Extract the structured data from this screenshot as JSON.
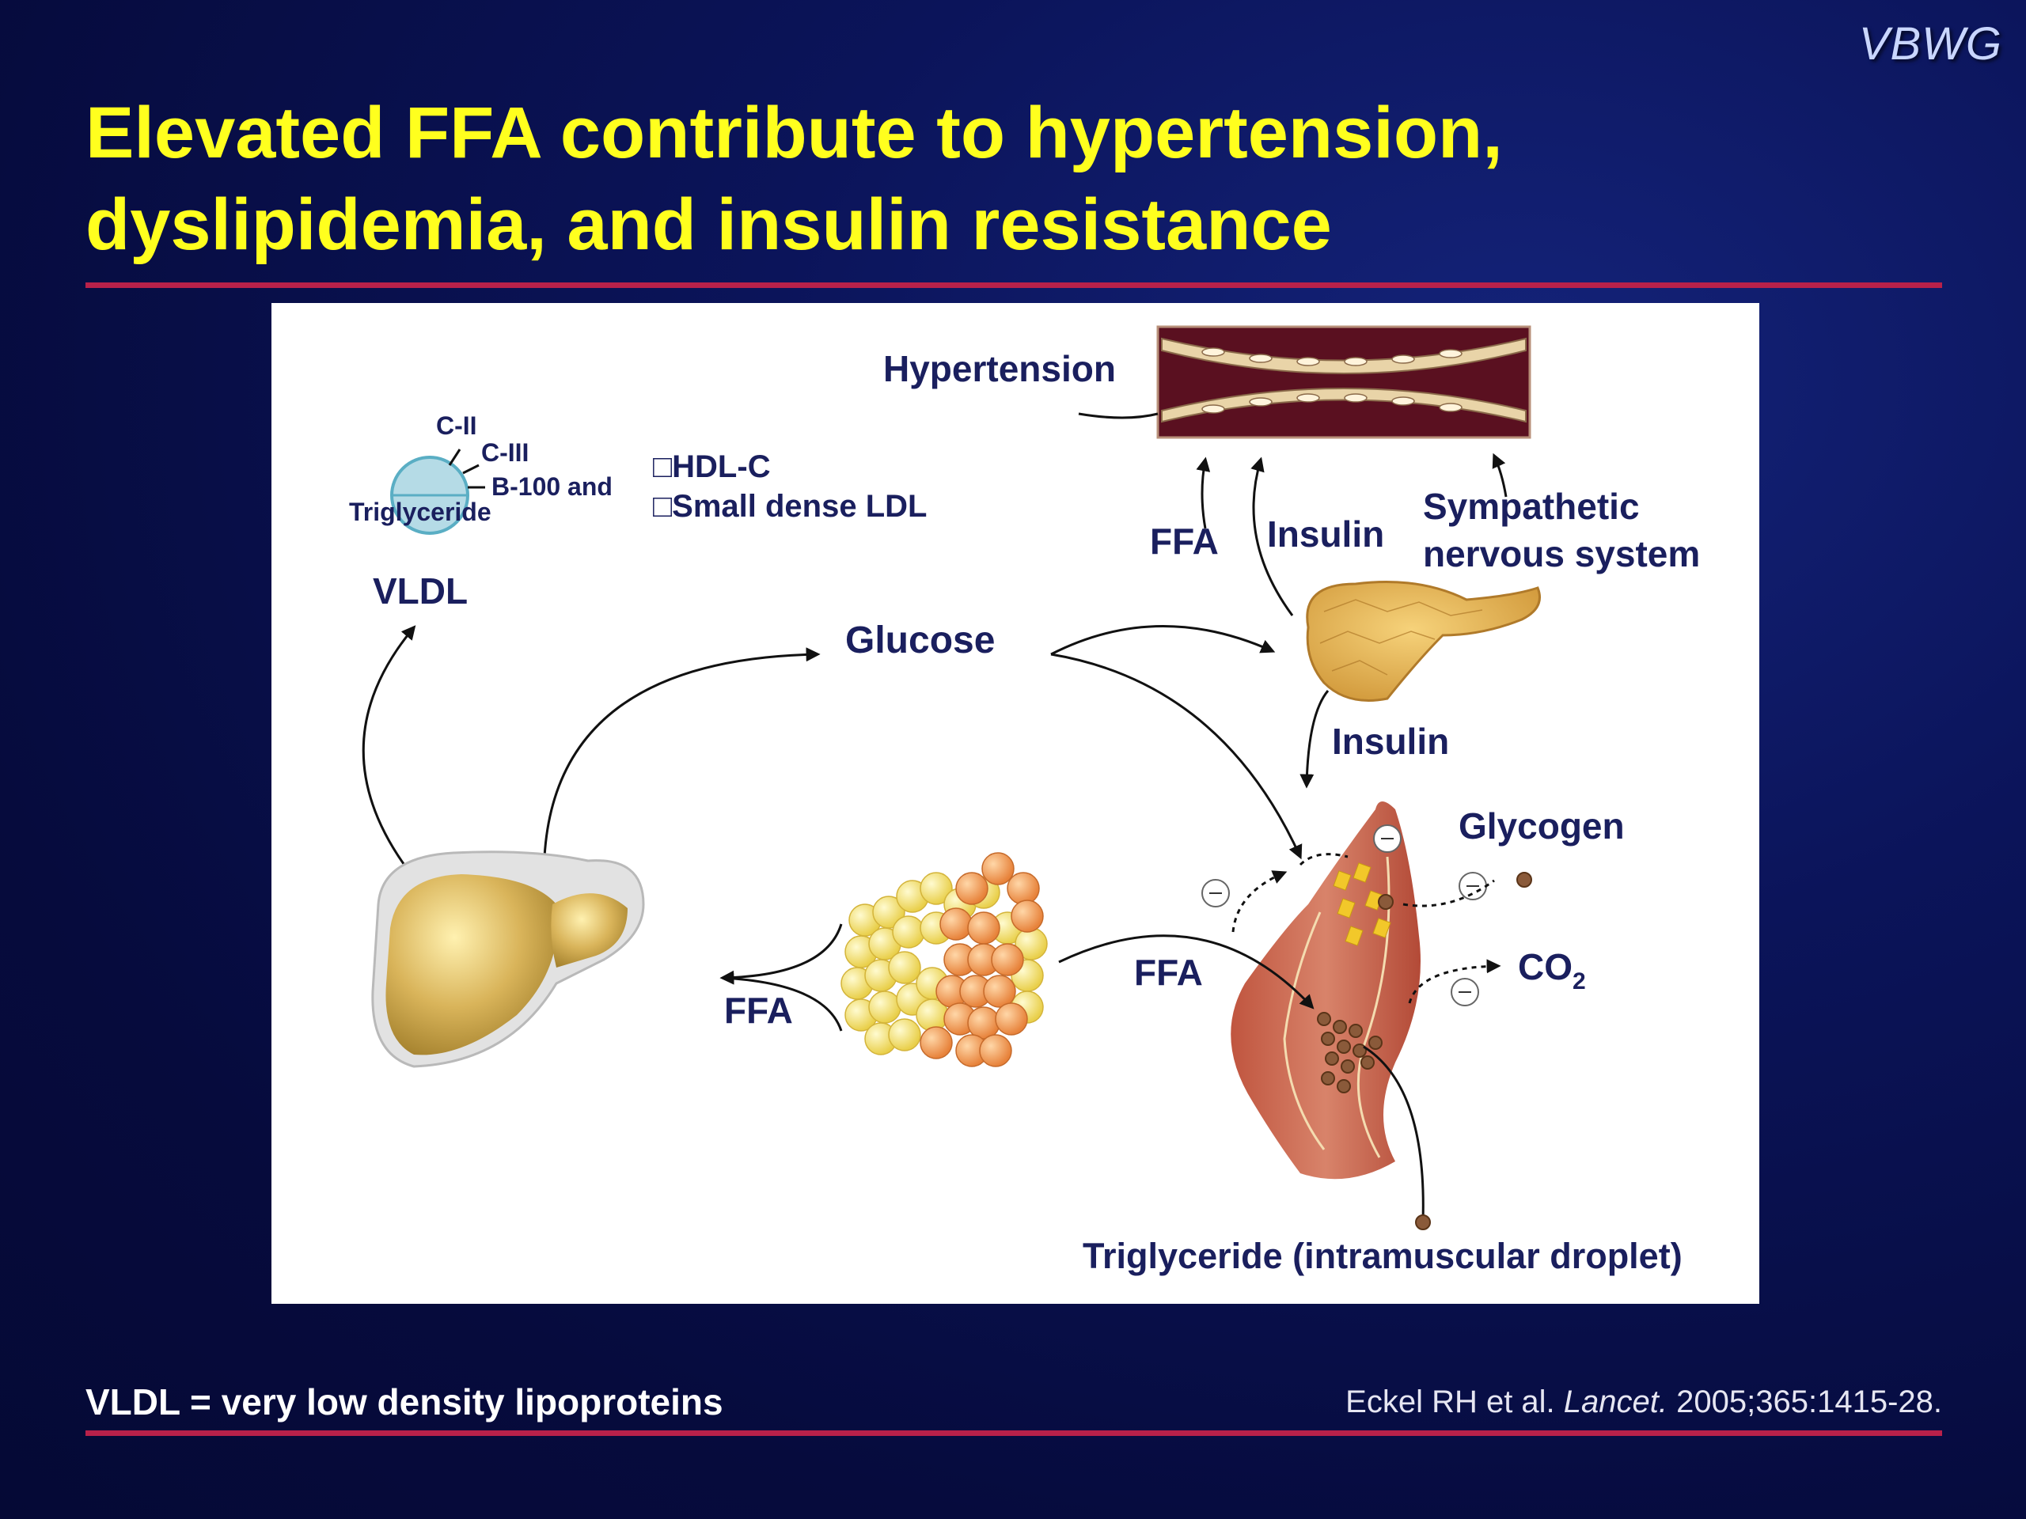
{
  "brand": "VBWG",
  "title": "Elevated FFA contribute to hypertension, dyslipidemia, and insulin resistance",
  "footnote": "VLDL = very low density lipoproteins",
  "citation": {
    "authors": "Eckel RH et al.",
    "journal": "Lancet.",
    "ref": "2005;365:1415-28."
  },
  "diagram": {
    "hypertension": "Hypertension",
    "apo_c2": "C-II",
    "apo_c3": "C-III",
    "apo_b100": "B-100 and",
    "vldl_triglyceride": "Triglyceride",
    "vldl": "VLDL",
    "hdl": "□HDL-C",
    "ldl": "□Small dense LDL",
    "ffa_vessel": "FFA",
    "insulin_vessel": "Insulin",
    "sympathetic_1": "Sympathetic",
    "sympathetic_2": "nervous system",
    "glucose": "Glucose",
    "insulin_muscle": "Insulin",
    "glycogen": "Glycogen",
    "ffa_muscle": "FFA",
    "ffa_liver": "FFA",
    "co2": "CO",
    "co2_sub": "2",
    "triglyceride_droplet": "Triglyceride (intramuscular droplet)"
  }
}
